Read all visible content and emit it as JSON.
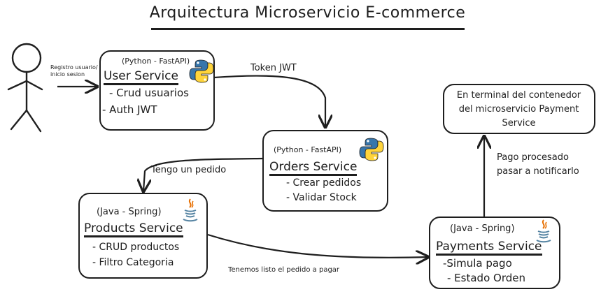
{
  "title": "Arquitectura Microservicio E-commerce",
  "actor": {
    "label_line1": "Registro usuario/",
    "label_line2": "inicio sesion"
  },
  "user_service": {
    "tech": "(Python - FastAPI)",
    "name": "User Service",
    "items": [
      "- Crud usuarios",
      "- Auth JWT"
    ],
    "icon": "python-icon"
  },
  "orders_service": {
    "tech": "(Python - FastAPI)",
    "name": "Orders Service",
    "items": [
      "- Crear pedidos",
      "- Validar Stock"
    ],
    "icon": "python-icon"
  },
  "products_service": {
    "tech": "(Java - Spring)",
    "name": "Products Service",
    "items": [
      "- CRUD productos",
      "- Filtro Categoria"
    ],
    "icon": "java-icon"
  },
  "payments_service": {
    "tech": "(Java - Spring)",
    "name": "Payments Service",
    "items": [
      "-Simula pago",
      "- Estado Orden"
    ],
    "icon": "java-icon"
  },
  "terminal_note": {
    "line1": "En terminal del contenedor",
    "line2": "del microservicio Payment",
    "line3": "Service"
  },
  "edges": {
    "token": "Token JWT",
    "pedido": "Tengo un pedido",
    "pagar": "Tenemos listo el pedido a pagar",
    "pago_line1": "Pago procesado",
    "pago_line2": "pasar a notificarlo"
  },
  "colors": {
    "stroke": "#1e1e1e",
    "python_blue": "#3776ab",
    "python_yellow": "#ffd43b",
    "java_red": "#e76f00",
    "java_blue": "#5382a1"
  }
}
